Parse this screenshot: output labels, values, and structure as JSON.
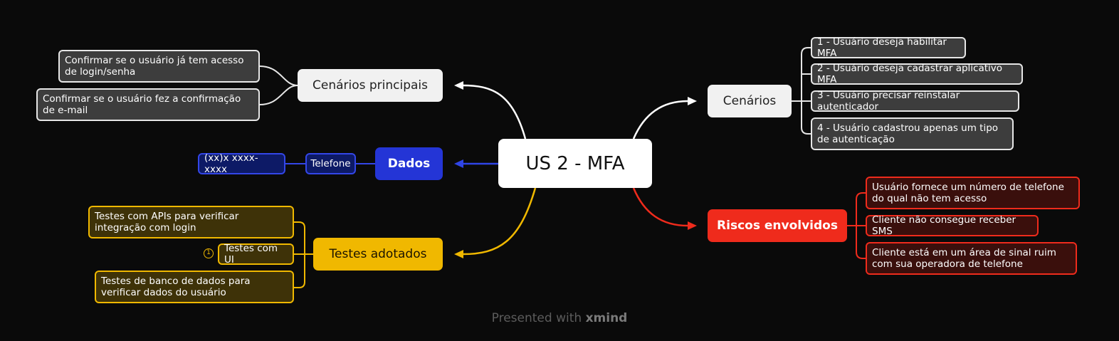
{
  "central": "US 2 - MFA",
  "branches": {
    "cenarios_principais": {
      "title": "Cenários principais",
      "items": [
        "Confirmar se o usuário já tem acesso de login/senha",
        "Confirmar se o usuário fez  a confirmação de e-mail"
      ]
    },
    "dados": {
      "title": "Dados",
      "child": "Telefone",
      "grandchild": "(xx)x xxxx-xxxx"
    },
    "testes_adotados": {
      "title": "Testes adotados",
      "items": [
        "Testes com APIs para verificar integração com login",
        "Testes com UI",
        "Testes de banco de dados para verificar dados do usuário"
      ],
      "marker": "1"
    },
    "cenarios": {
      "title": "Cenários",
      "items": [
        "1 - Usuário deseja habilitar MFA",
        "2 - Usuário deseja cadastrar aplicativo MFA",
        "3 - Usuário precisar reinstalar autenticador",
        "4 - Usuário cadastrou apenas um tipo de autenticação"
      ]
    },
    "riscos": {
      "title": "Riscos envolvidos",
      "items": [
        "Usuário fornece um número de telefone do qual não tem acesso",
        "Cliente não consegue receber SMS",
        "Cliente está em um área de sinal ruim com sua operadora de telefone"
      ]
    }
  },
  "footer": {
    "prefix": "Presented with",
    "brand": "xmind"
  },
  "colors": {
    "white": "#f1f1f1",
    "blue": "#2435d6",
    "yellow": "#f0b800",
    "red": "#ef2b1c"
  }
}
